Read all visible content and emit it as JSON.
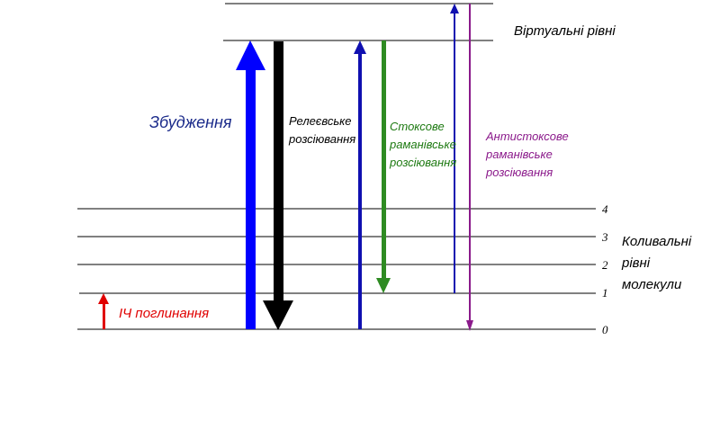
{
  "virtual_levels_label": "Віртуальні рівні",
  "vibrational_levels_label": [
    "Коливальні",
    "рівні",
    "молекули"
  ],
  "level_numbers": [
    "0",
    "1",
    "2",
    "3",
    "4"
  ],
  "excitation_label": "Збудження",
  "rayleigh_label": [
    "Релеєвське",
    "розсіювання"
  ],
  "stokes_label": [
    "Стоксове",
    "раманівське",
    "розсіювання"
  ],
  "antistokes_label": [
    "Антистоксове",
    "раманівське",
    "розсіювання"
  ],
  "ir_label": "ІЧ поглинання",
  "colors": {
    "excitation": "#0000ff",
    "rayleigh": "#000000",
    "stokes": "#2e8b22",
    "stokes_label": "#1e7a12",
    "raman_blue": "#1010b0",
    "antistokes": "#8b1a8b",
    "ir": "#e00000",
    "excitation_label": "#1a2a8a"
  }
}
